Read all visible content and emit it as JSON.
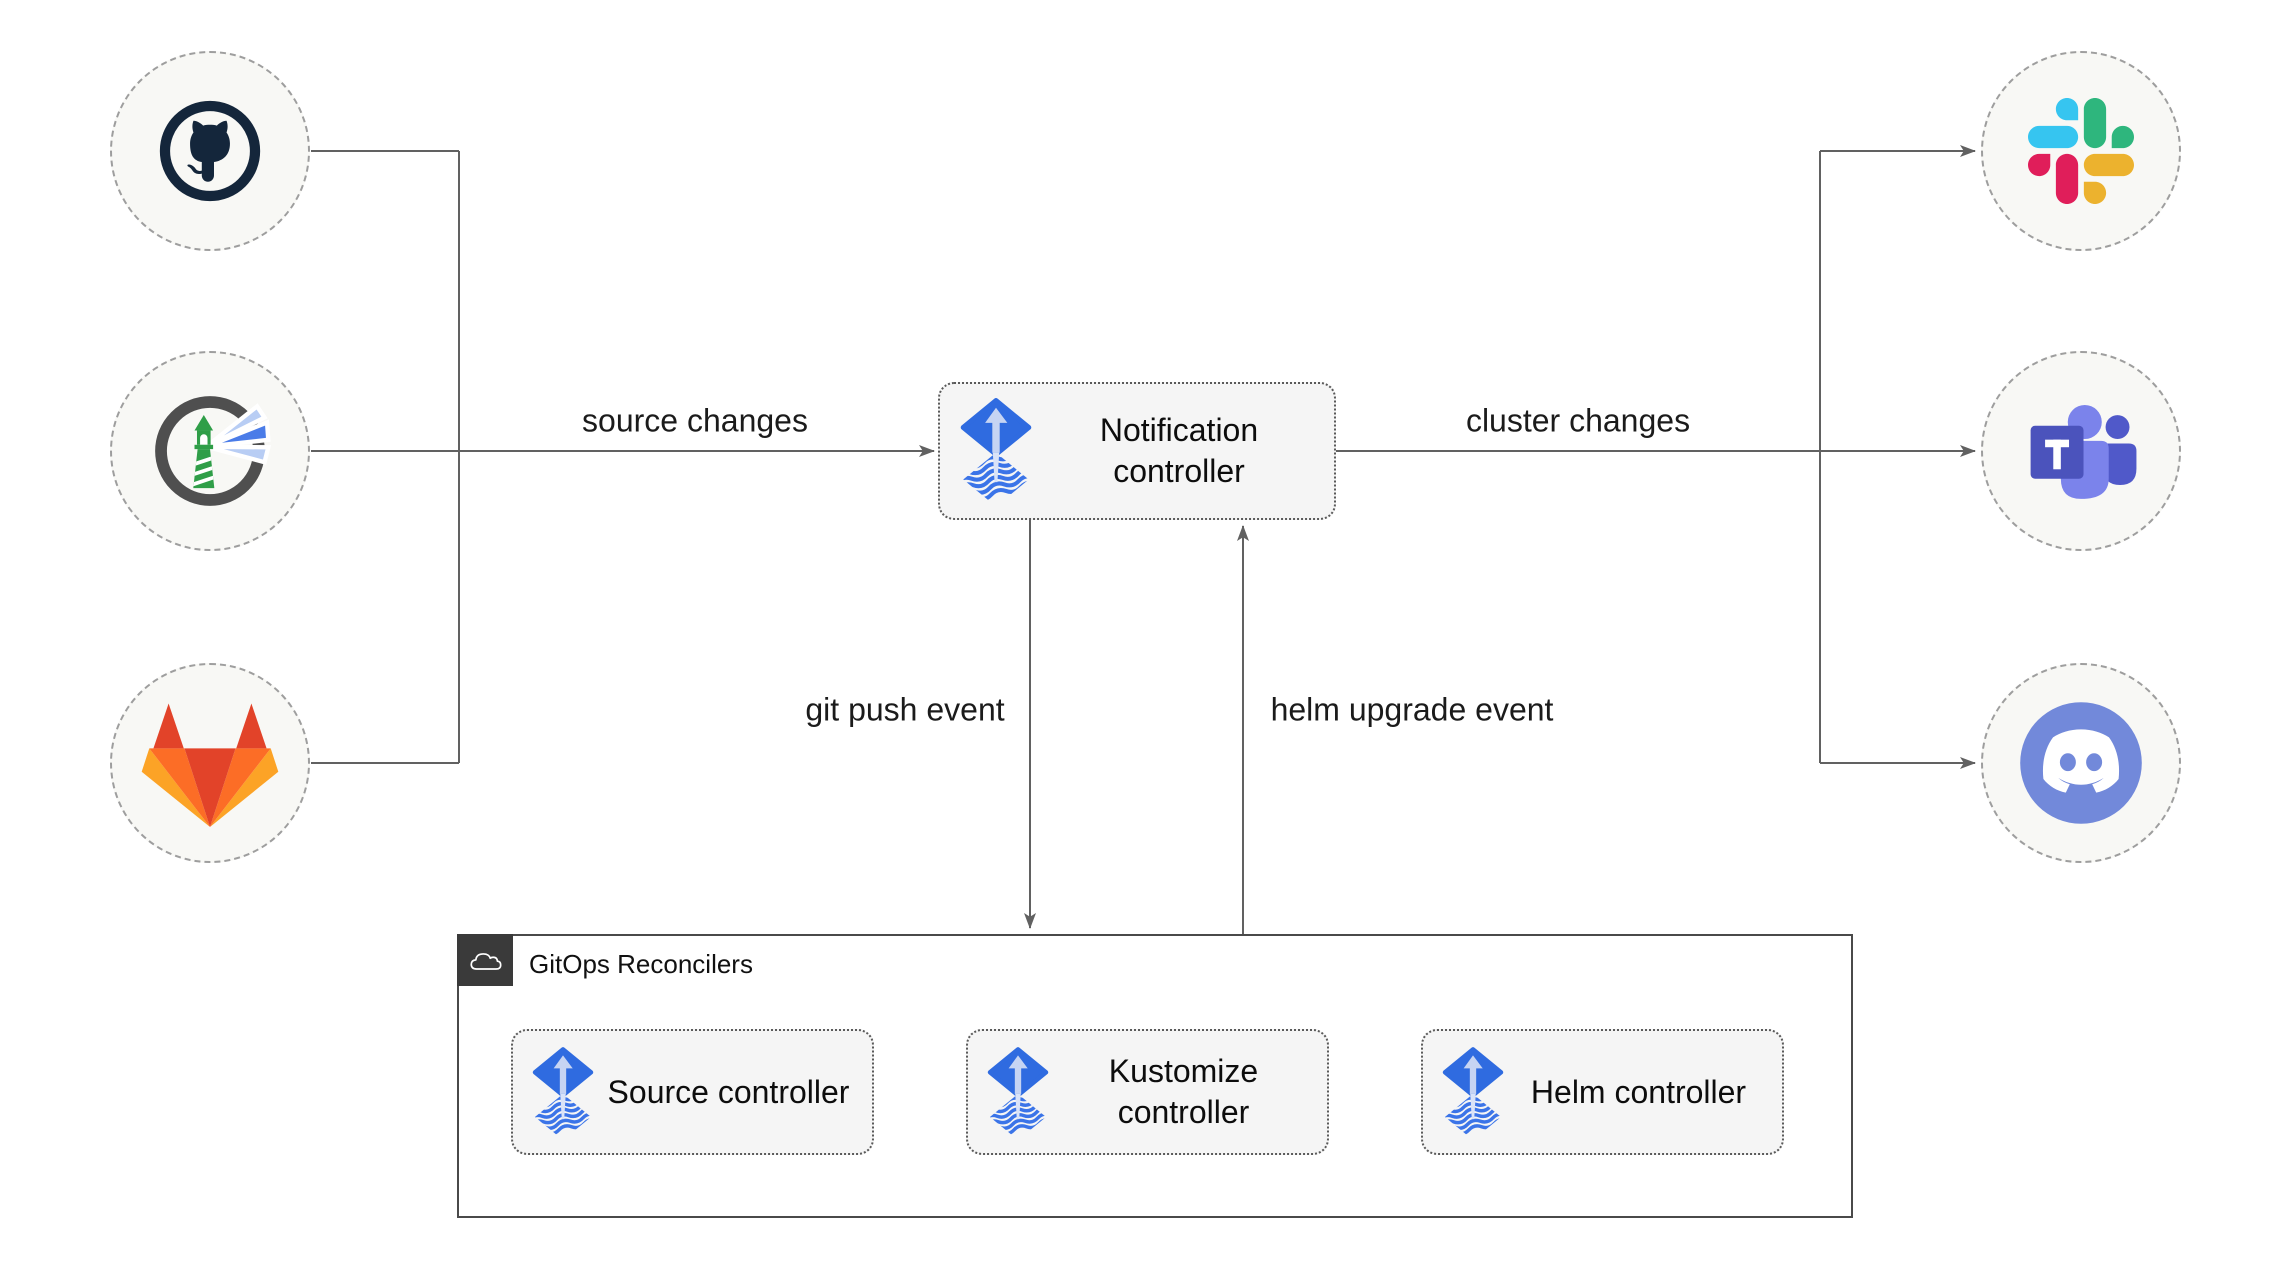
{
  "nodes": {
    "notification": {
      "label": "Notification controller",
      "icon": "flux-icon"
    },
    "source": {
      "label": "Source controller",
      "icon": "flux-icon"
    },
    "kustomize": {
      "label": "Kustomize controller",
      "icon": "flux-icon"
    },
    "helm": {
      "label": "Helm controller",
      "icon": "flux-icon"
    },
    "reconcilers_group": {
      "label": "GitOps Reconcilers",
      "icon": "cloud-icon"
    }
  },
  "endpoints": {
    "left": [
      {
        "icon": "github-icon"
      },
      {
        "icon": "harbor-icon"
      },
      {
        "icon": "gitlab-icon"
      }
    ],
    "right": [
      {
        "icon": "slack-icon"
      },
      {
        "icon": "teams-icon"
      },
      {
        "icon": "discord-icon"
      }
    ]
  },
  "edge_labels": {
    "source_changes": "source changes",
    "cluster_changes": "cluster changes",
    "git_push": "git push event",
    "helm_upgrade": "helm upgrade event"
  },
  "colors": {
    "flux_blue": "#2f6be0",
    "flux_arrow_light": "#c6d4f3",
    "connector_gray": "#616161",
    "node_fill": "#f5f5f5",
    "node_border": "#5a5a5a",
    "circle_fill": "#f8f8f5",
    "circle_border": "#9e9e9e",
    "group_border": "#4a4a4a",
    "group_header_bg": "#3a3a3a",
    "github_dark": "#14263b",
    "harbor_green": "#2f9e48",
    "harbor_ring": "#4f4f4f",
    "gitlab_red": "#e24329",
    "gitlab_orange": "#fc6d26",
    "gitlab_yellow": "#fca326",
    "slack_blue": "#36c5f0",
    "slack_green": "#2eb67d",
    "slack_yellow": "#ecb22e",
    "slack_red": "#e01e5a",
    "teams_square": "#4b53bc",
    "teams_light": "#7b83eb",
    "teams_dark": "#5059c9",
    "discord_blurple": "#7289da"
  }
}
